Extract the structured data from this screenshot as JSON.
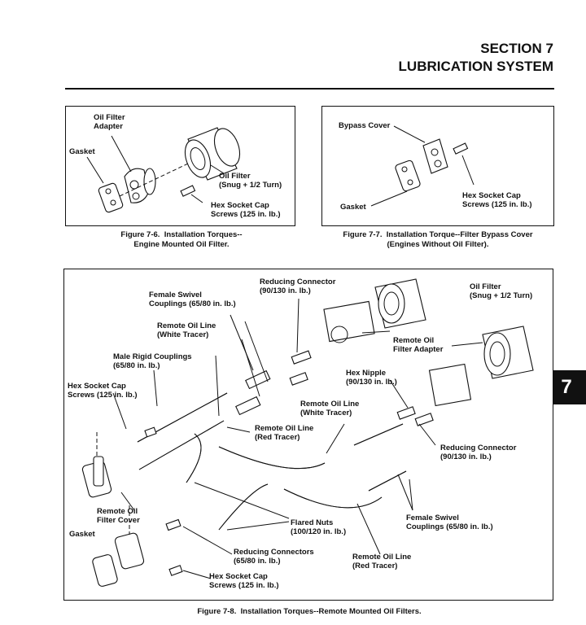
{
  "header": {
    "section": "SECTION 7",
    "title": "LUBRICATION SYSTEM"
  },
  "tab_number": "7",
  "fig76": {
    "labels": {
      "adapter": "Oil Filter\nAdapter",
      "gasket": "Gasket",
      "filter": "Oil Filter\n(Snug + 1/2 Turn)",
      "screws": "Hex Socket Cap\nScrews (125 in. lb.)"
    },
    "caption": "Figure 7-6.  Installation Torques--\nEngine Mounted Oil Filter."
  },
  "fig77": {
    "labels": {
      "bypass": "Bypass Cover",
      "screws": "Hex Socket Cap\nScrews (125 in. lb.)",
      "gasket": "Gasket"
    },
    "caption": "Figure 7-7.  Installation Torque--Filter Bypass Cover\n(Engines Without Oil Filter)."
  },
  "fig78": {
    "labels": {
      "reducing_top": "Reducing Connector\n(90/130 in. lb.)",
      "oil_filter": "Oil Filter\n(Snug + 1/2 Turn)",
      "female_swivel_top": "Female Swivel\nCouplings (65/80 in. lb.)",
      "remote_white_1": "Remote Oil Line\n(White Tracer)",
      "remote_adapter": "Remote Oil\nFilter Adapter",
      "male_rigid": "Male Rigid Couplings\n(65/80 in. lb.)",
      "hex_nipple": "Hex Nipple\n(90/130 in. lb.)",
      "hex_socket_left": "Hex Socket Cap\nScrews (125 in. lb.)",
      "remote_white_2": "Remote Oil Line\n(White Tracer)",
      "remote_red_1": "Remote Oil Line\n(Red Tracer)",
      "reducing_right": "Reducing Connector\n(90/130 in. lb.)",
      "remote_cover": "Remote Oil\nFilter Cover",
      "gasket": "Gasket",
      "flared_nuts": "Flared Nuts\n(100/120 in. lb.)",
      "female_swivel_bottom": "Female Swivel\nCouplings (65/80 in. lb.)",
      "reducing_connectors": "Reducing Connectors\n(65/80 in. lb.)",
      "remote_red_2": "Remote Oil Line\n(Red Tracer)",
      "hex_socket_bottom": "Hex Socket Cap\nScrews (125 in. lb.)"
    },
    "caption": "Figure 7-8.  Installation Torques--Remote Mounted Oil Filters."
  }
}
